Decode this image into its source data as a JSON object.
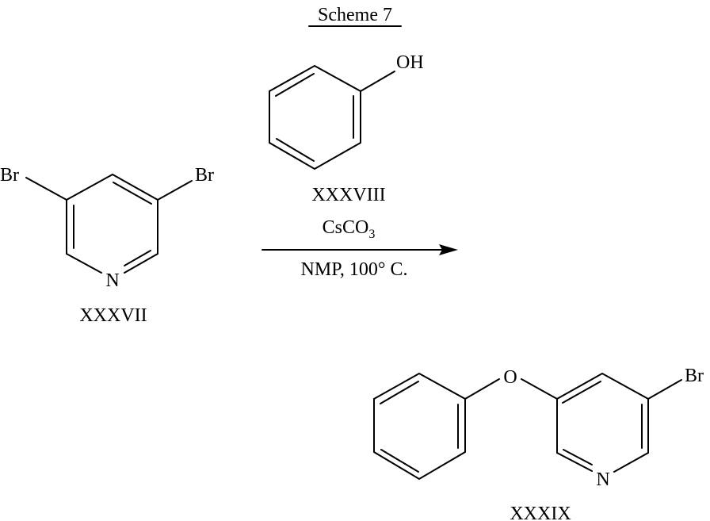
{
  "title": "Scheme 7",
  "reactant": {
    "label": "XXXVII",
    "atoms": {
      "br_left": "Br",
      "br_right": "Br",
      "n": "N"
    }
  },
  "reagent": {
    "label": "XXXVIII",
    "atoms": {
      "oh": "OH"
    }
  },
  "conditions": {
    "base_main": "CsCO",
    "base_sub": "3",
    "solvent_temp": "NMP, 100° C."
  },
  "product": {
    "label": "XXXIX",
    "atoms": {
      "o": "O",
      "n": "N",
      "br": "Br"
    }
  }
}
